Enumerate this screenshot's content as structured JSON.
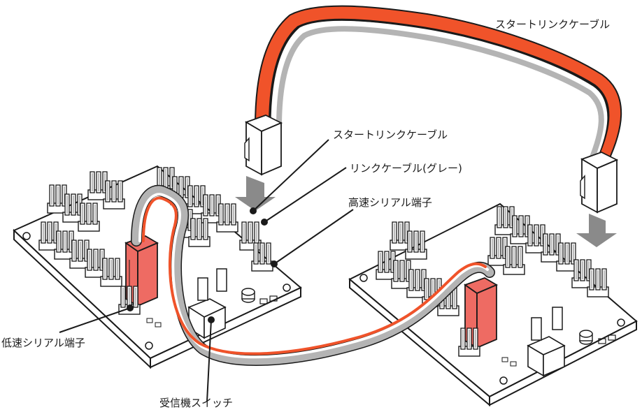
{
  "labels": {
    "start_link_cable_top": "スタートリンクケーブル",
    "start_link_cable": "スタートリンクケーブル",
    "link_cable_gray": "リンクケーブル(グレー)",
    "high_speed_serial": "高速シリアル端子",
    "low_speed_serial": "低速シリアル端子",
    "receiver_switch": "受信機スイッチ"
  },
  "colors": {
    "cable_red": "#f0532a",
    "cable_gray": "#b4b4b4",
    "cable_white": "#ffffff",
    "connector_red": "#ee6b63",
    "arrow_gray": "#8a8a8a",
    "outline": "#1a1a1a",
    "board": "#ffffff"
  }
}
